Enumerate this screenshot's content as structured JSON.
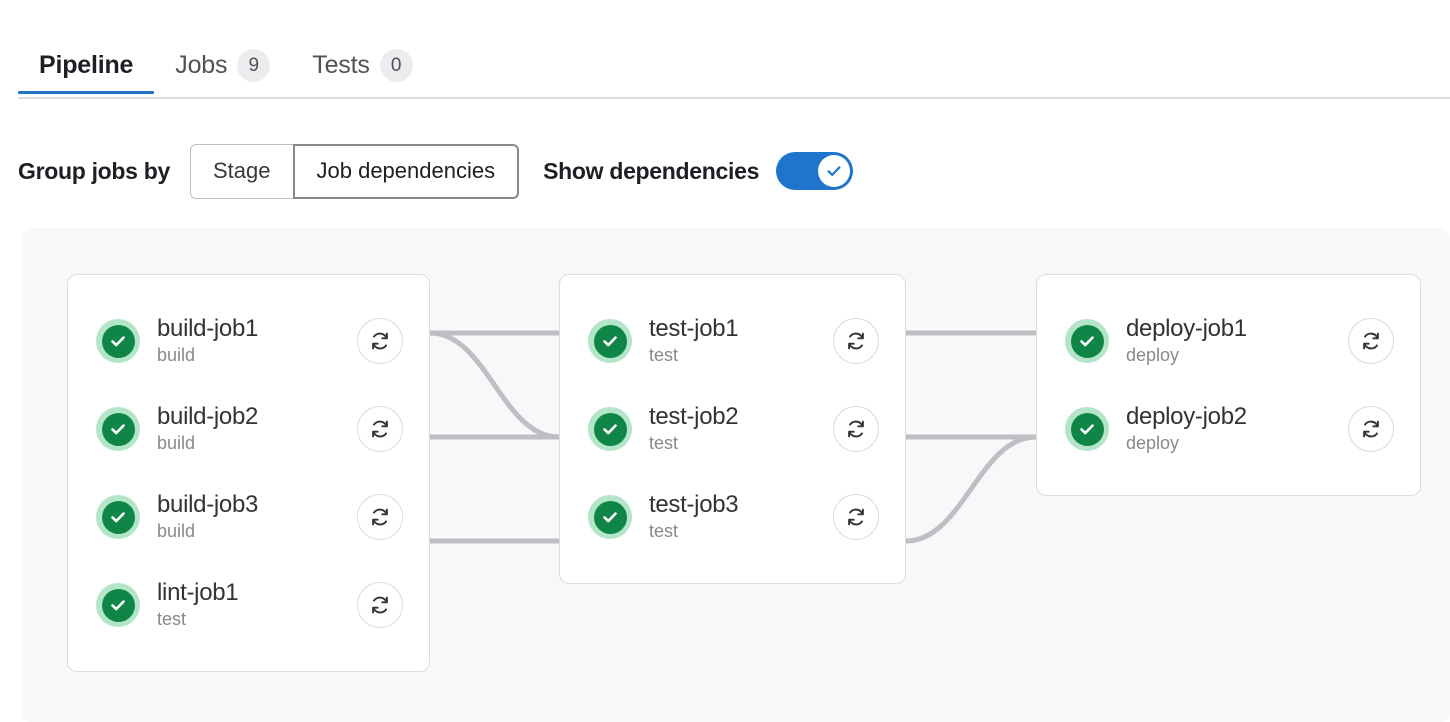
{
  "tabs": [
    {
      "label": "Pipeline",
      "badge": null,
      "active": true
    },
    {
      "label": "Jobs",
      "badge": "9",
      "active": false
    },
    {
      "label": "Tests",
      "badge": "0",
      "active": false
    }
  ],
  "controls": {
    "group_label": "Group jobs by",
    "segments": [
      {
        "label": "Stage",
        "selected": false
      },
      {
        "label": "Job dependencies",
        "selected": true
      }
    ],
    "show_dependencies_label": "Show dependencies",
    "show_dependencies_on": true
  },
  "colors": {
    "accent": "#1f75cb",
    "status_success": "#108548",
    "status_success_ring": "#b3e6c8",
    "canvas": "#f7f8fa",
    "connector": "#bfbfc3"
  },
  "icons": {
    "retry": "retry-icon",
    "status": "status-success-icon",
    "toggle_check": "check-icon"
  },
  "graph": {
    "columns": [
      {
        "name": "column-1",
        "jobs": [
          {
            "name": "build-job1",
            "stage": "build",
            "status": "success",
            "retry_label": "Retry"
          },
          {
            "name": "build-job2",
            "stage": "build",
            "status": "success",
            "retry_label": "Retry"
          },
          {
            "name": "build-job3",
            "stage": "build",
            "status": "success",
            "retry_label": "Retry"
          },
          {
            "name": "lint-job1",
            "stage": "test",
            "status": "success",
            "retry_label": "Retry"
          }
        ]
      },
      {
        "name": "column-2",
        "jobs": [
          {
            "name": "test-job1",
            "stage": "test",
            "status": "success",
            "retry_label": "Retry"
          },
          {
            "name": "test-job2",
            "stage": "test",
            "status": "success",
            "retry_label": "Retry"
          },
          {
            "name": "test-job3",
            "stage": "test",
            "status": "success",
            "retry_label": "Retry"
          }
        ]
      },
      {
        "name": "column-3",
        "jobs": [
          {
            "name": "deploy-job1",
            "stage": "deploy",
            "status": "success",
            "retry_label": "Retry"
          },
          {
            "name": "deploy-job2",
            "stage": "deploy",
            "status": "success",
            "retry_label": "Retry"
          }
        ]
      }
    ],
    "links": [
      {
        "from": "build-job1",
        "to": "test-job1"
      },
      {
        "from": "build-job1",
        "to": "test-job2"
      },
      {
        "from": "build-job2",
        "to": "test-job2"
      },
      {
        "from": "build-job3",
        "to": "test-job3"
      },
      {
        "from": "test-job1",
        "to": "deploy-job1"
      },
      {
        "from": "test-job2",
        "to": "deploy-job2"
      },
      {
        "from": "test-job3",
        "to": "deploy-job2"
      }
    ]
  }
}
